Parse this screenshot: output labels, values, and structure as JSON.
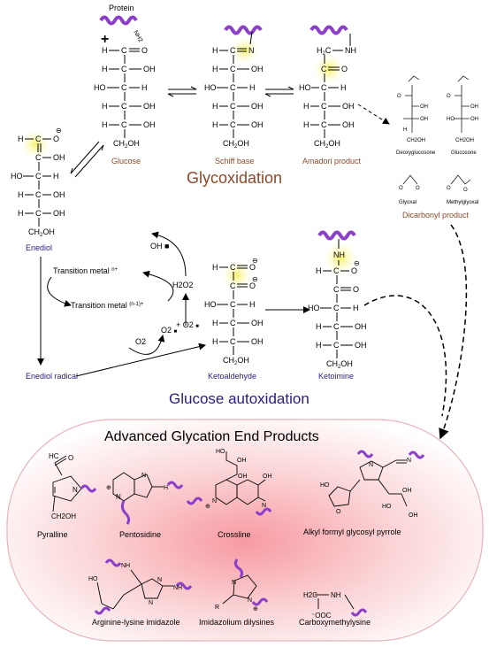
{
  "diagram": {
    "protein_label": "Protein",
    "plus_sign": "+",
    "nh2_label": "NH2",
    "glucose": "Glucose",
    "schiff_base": "Schiff base",
    "amadori_product": "Amadori product",
    "glycoxidation": "Glycoxidation",
    "dicarbonyl_product": "Dicarbonyl product",
    "deoxyglucosone": "Deoxyglucosone",
    "glucosone": "Glucosone",
    "glyoxal": "Glyoxal",
    "methylglyoxal": "Methylglyoxal",
    "enediol": "Enediol",
    "enediol_radical": "Enediol radical",
    "transition_metal_n": "Transition metal",
    "transition_metal_n_sup": "n+",
    "transition_metal_n1": "Transition metal",
    "transition_metal_n1_sup": "(n-1)+",
    "h2o2": "H2O2",
    "oh_radical": "OH",
    "o2": "O2",
    "o2_radical": "O2",
    "o2_minus": "+ O2",
    "ketoaldehyde": "Ketoaldehyde",
    "ketoimine": "Ketoimine",
    "glucose_autoxidation": "Glucose autoxidation",
    "age_title": "Advanced Glycation End Products",
    "pyrraline": "Pyralline",
    "pentosidine": "Pentosidine",
    "crossline": "Crossline",
    "alkyl_formyl": "Alkyl formyl glycosyl pyrrole",
    "arg_lys_imidazole": "Arginine-lysine imidazole",
    "imidazolium": "Imidazolium dilysines",
    "carboxymethyllysine": "Carboxymethylysine",
    "ch2oh": "CH2OH",
    "oh": "OH",
    "h": "H",
    "c": "C",
    "o": "O",
    "n": "N",
    "nh": "NH",
    "h2c": "H2C",
    "ooc": "OOC",
    "r": "R",
    "minus": "⊖",
    "plus": "⊕",
    "ch2oh_long": "CH2OH",
    "chain_oh": "OH"
  },
  "colors": {
    "purple_label": "#2b1a80",
    "brown_label": "#8a4a2a",
    "highlight": "#f4f06a",
    "protein": "#8b3fc9",
    "age_bg_inner": "#f6a3a8",
    "age_border": "#e8b7bd"
  }
}
